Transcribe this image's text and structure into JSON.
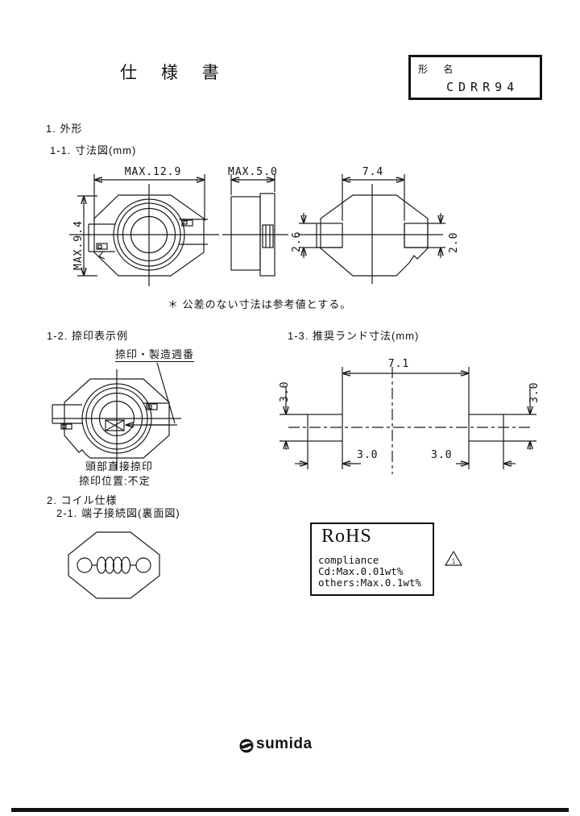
{
  "header": {
    "title": "仕 様 書",
    "model_label": "形 名",
    "model_value": "CDRR94"
  },
  "sections": {
    "outline": "1. 外形",
    "dimensions": "1-1. 寸法図(mm)",
    "marking": "1-2. 捺印表示例",
    "land": "1-3. 推奨ランド寸法(mm)",
    "coil": "2. コイル仕様",
    "terminal": "2-1. 端子接続図(裏面図)"
  },
  "outline": {
    "front": {
      "width": "MAX.12.9",
      "height": "MAX.9.4"
    },
    "side": {
      "width": "MAX.5.0"
    },
    "back": {
      "span": "7.4",
      "pad_left": "2.6",
      "pad_right": "2.0"
    },
    "note": "＊ 公差のない寸法は参考値とする。"
  },
  "marking": {
    "callout": "捺印・製造週番",
    "note1": "頭部直接捺印",
    "note2": "捺印位置:不定"
  },
  "land": {
    "span": "7.1",
    "left_height": "3.0",
    "right_height": "3.0",
    "left_width": "3.0",
    "right_width": "3.0"
  },
  "rohs": {
    "title": "RoHS",
    "line1": "compliance",
    "line2": "Cd:Max.0.01wt%",
    "line3": "others:Max.0.1wt%",
    "revision_mark": "1"
  },
  "footer": {
    "brand": "sumida"
  },
  "colors": {
    "ink": "#111111",
    "paper": "#ffffff"
  }
}
